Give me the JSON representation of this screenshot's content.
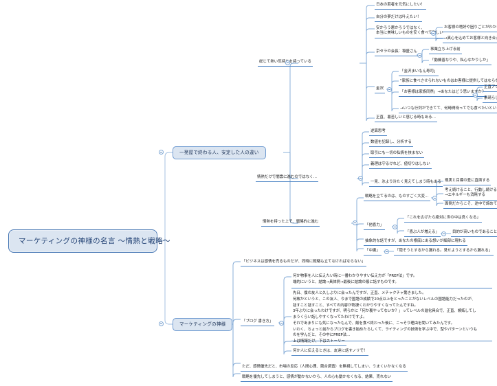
{
  "app": {
    "type": "mindmap",
    "colors": {
      "node_fill": "#dbe5f1",
      "node_border": "#6f9bd1",
      "root_border": "#4a79b5",
      "link": "#4e85c5",
      "text": "#17181a"
    }
  },
  "root": {
    "label": "マーケティングの神様の名言 ～情熱と戦略～"
  },
  "branches": [
    {
      "label": "一発屋で終わる人、安定した人の違い",
      "children": [
        {
          "label": "総じて熱い気持ちを持っている",
          "children": [
            {
              "label": "日本の若者を元気にしたい！"
            },
            {
              "label": "自分の夢だけは叶えたい！"
            },
            {
              "label": "安かろう悪かろうではなく、\n本当に美味しいものを安く食べて欲しい",
              "children": [
                {
                  "label": "お客様の嗜好や困りごとがわかる"
                },
                {
                  "label": "→真心を込めてお客様と向き合える"
                }
              ]
            },
            {
              "label": "京セラの会長：稲盛さん",
              "children": [
                {
                  "label": "事業立ち上げる前"
                },
                {
                  "label": "「動機善なりや、私心なかりしか」"
                }
              ]
            },
            {
              "label": "金沢",
              "children": [
                {
                  "label": "「金沢まいもん寿司」"
                },
                {
                  "label": "\"家族に食べさせられないものはお客様に提供してはならない\""
                },
                {
                  "label": "「お客様は家族同然」→あなたはどう思いますか？",
                  "children": [
                    {
                      "label": "正直アホらしい"
                    },
                    {
                      "label": "素晴らしい"
                    }
                  ]
                },
                {
                  "label": "→いつも行列ができてて、何時間待ってでも食べたいというお客様であふれかえってる"
                }
              ]
            },
            {
              "label": "正直、暑苦しいと感じる時もある…"
            }
          ]
        },
        {
          "label": "情熱だけで闇雲に進むのではなく…",
          "children": [
            {
              "label": "逆算思考"
            },
            {
              "label": "数値を記録し、分析する"
            },
            {
              "label": "取引にも一切の私情を挟まない"
            },
            {
              "label": "義理は守るけれど、値切りはしない"
            },
            {
              "label": "一見、氷より冷たく見えてしまう時もある"
            }
          ]
        },
        {
          "label": "情熱を持った上で、戦略的に進む",
          "children": [
            {
              "label": "戦略を立てるのは、ものすごく大変…",
              "children": [
                {
                  "label": "現実と目標の差に直面する"
                },
                {
                  "label": "考え続けること、行動し続けること\n→エネルギーも消耗する"
                },
                {
                  "label": "面倒だからこそ、途中で諦めてしまう"
                }
              ]
            },
            {
              "label": "「他喜力」",
              "children": [
                {
                  "label": "「これを広げたら絶対に世の中は良くなる」"
                },
                {
                  "label": "「喜ぶ人が増える」",
                  "children": [
                    {
                      "label": "目的が高いものであること"
                    }
                  ]
                }
              ]
            },
            {
              "label": "抽象的な話ですが、あなたの根底にある想いが細部に現れる"
            },
            {
              "label": "「中庸」",
              "children": [
                {
                  "label": "「隠そうとするから漏れる。見せようとするから漏れる」"
                }
              ]
            }
          ]
        }
      ]
    },
    {
      "label": "マーケティングの神様",
      "children": [
        {
          "label": "「ビジネスは感情を売るものだが、同時に戦略も立てなければならない」"
        },
        {
          "label": "「ブログ 書き方」",
          "children": [
            {
              "label": "何か物事を人に伝えたい時に一番わかりやすい伝え方が「PREP法」です。\n端的にいうと、結論→具体例→最後に結論の順に話すものです。"
            },
            {
              "label": "先日、僕の友人と久しぶりに会ったんですが、正直、メチャクチャ驚きました。\n何故かというと、この友人、今まで国語の成績で20点以上をとったことがないレベルの国語能力だったのが、\n話すこと話すこと、すべての内容が物凄くわかりやすくなってたんですね。\n3年ぶりに会ったわけですが、明らかに「何か裏やってないか？」ってレベルの進化具合で、正直、嫉妬してし\nまうくらい話しやすくなってたわけですよ。\nそれであまりにも気になったもんで、飯を食べ終わった後に、こっそり理由を聞いてみたんです。\nいわく、ちょっと前からブログを書き始めたらしくて、ライティングの技術を学ぶ中で、型やパターンというも\nのを学んだと、その中にPREP法…"
            },
            {
              "label": "上は情報だけ、下はストーリー"
            },
            {
              "label": "何か人に伝えるときは、友達に話すノリで！"
            }
          ]
        },
        {
          "label": "ただ、感情優先だと、市場の反応（人間心理、競合調査）を無視してしまい、うまくいかなくなる"
        },
        {
          "label": "戦略を優先してしまうと、感情が動かないから、人の心も動かなくなる、結果、売れない"
        }
      ]
    }
  ]
}
